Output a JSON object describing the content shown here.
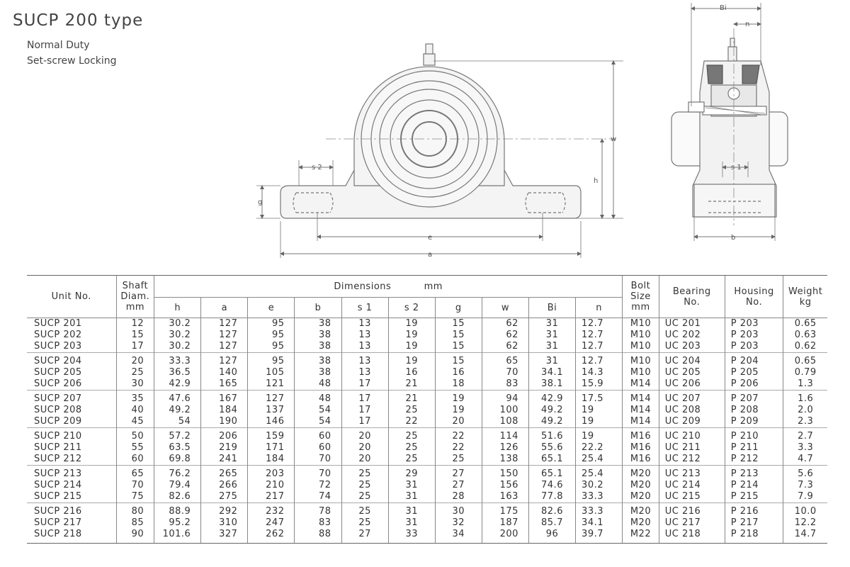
{
  "header": {
    "title": "SUCP 200 type",
    "subtitle_1": "Normal Duty",
    "subtitle_2": "Set-screw Locking"
  },
  "drawing_labels": {
    "s2": "s 2",
    "g": "g",
    "e": "e",
    "a": "a",
    "w": "w",
    "h": "h",
    "bi": "Bi",
    "n": "n",
    "s1": "s 1",
    "b": "b"
  },
  "table": {
    "headers": {
      "unit_no": "Unit No.",
      "shaft_1": "Shaft",
      "shaft_2": "Diam.",
      "shaft_3": "mm",
      "dimensions": "Dimensions",
      "dimensions_unit": "mm",
      "bolt_1": "Bolt",
      "bolt_2": "Size",
      "bolt_3": "mm",
      "bearing_1": "Bearing",
      "bearing_2": "No.",
      "housing_1": "Housing",
      "housing_2": "No.",
      "weight_1": "Weight",
      "weight_2": "kg",
      "h": "h",
      "a": "a",
      "e": "e",
      "b": "b",
      "s1": "s 1",
      "s2": "s 2",
      "g": "g",
      "w": "w",
      "bi": "Bi",
      "n": "n"
    },
    "rows": [
      [
        "SUCP  201",
        "12",
        "30.2",
        "127",
        "95",
        "38",
        "13",
        "19",
        "15",
        "62",
        "31",
        "12.7",
        "M10",
        "UC  201",
        "P  203",
        "0.65"
      ],
      [
        "SUCP  202",
        "15",
        "30.2",
        "127",
        "95",
        "38",
        "13",
        "19",
        "15",
        "62",
        "31",
        "12.7",
        "M10",
        "UC  202",
        "P  203",
        "0.63"
      ],
      [
        "SUCP  203",
        "17",
        "30.2",
        "127",
        "95",
        "38",
        "13",
        "19",
        "15",
        "62",
        "31",
        "12.7",
        "M10",
        "UC  203",
        "P  203",
        "0.62"
      ],
      [
        "SUCP  204",
        "20",
        "33.3",
        "127",
        "95",
        "38",
        "13",
        "19",
        "15",
        "65",
        "31",
        "12.7",
        "M10",
        "UC  204",
        "P  204",
        "0.65"
      ],
      [
        "SUCP  205",
        "25",
        "36.5",
        "140",
        "105",
        "38",
        "13",
        "16",
        "16",
        "70",
        "34.1",
        "14.3",
        "M10",
        "UC  205",
        "P  205",
        "0.79"
      ],
      [
        "SUCP  206",
        "30",
        "42.9",
        "165",
        "121",
        "48",
        "17",
        "21",
        "18",
        "83",
        "38.1",
        "15.9",
        "M14",
        "UC  206",
        "P  206",
        "1.3"
      ],
      [
        "SUCP  207",
        "35",
        "47.6",
        "167",
        "127",
        "48",
        "17",
        "21",
        "19",
        "94",
        "42.9",
        "17.5",
        "M14",
        "UC  207",
        "P  207",
        "1.6"
      ],
      [
        "SUCP  208",
        "40",
        "49.2",
        "184",
        "137",
        "54",
        "17",
        "25",
        "19",
        "100",
        "49.2",
        "19",
        "M14",
        "UC  208",
        "P  208",
        "2.0"
      ],
      [
        "SUCP  209",
        "45",
        "54",
        "190",
        "146",
        "54",
        "17",
        "22",
        "20",
        "108",
        "49.2",
        "19",
        "M14",
        "UC  209",
        "P  209",
        "2.3"
      ],
      [
        "SUCP  210",
        "50",
        "57.2",
        "206",
        "159",
        "60",
        "20",
        "25",
        "22",
        "114",
        "51.6",
        "19",
        "M16",
        "UC  210",
        "P  210",
        "2.7"
      ],
      [
        "SUCP  211",
        "55",
        "63.5",
        "219",
        "171",
        "60",
        "20",
        "25",
        "22",
        "126",
        "55.6",
        "22.2",
        "M16",
        "UC  211",
        "P  211",
        "3.3"
      ],
      [
        "SUCP  212",
        "60",
        "69.8",
        "241",
        "184",
        "70",
        "20",
        "25",
        "25",
        "138",
        "65.1",
        "25.4",
        "M16",
        "UC  212",
        "P  212",
        "4.7"
      ],
      [
        "SUCP  213",
        "65",
        "76.2",
        "265",
        "203",
        "70",
        "25",
        "29",
        "27",
        "150",
        "65.1",
        "25.4",
        "M20",
        "UC  213",
        "P  213",
        "5.6"
      ],
      [
        "SUCP  214",
        "70",
        "79.4",
        "266",
        "210",
        "72",
        "25",
        "31",
        "27",
        "156",
        "74.6",
        "30.2",
        "M20",
        "UC  214",
        "P  214",
        "7.3"
      ],
      [
        "SUCP  215",
        "75",
        "82.6",
        "275",
        "217",
        "74",
        "25",
        "31",
        "28",
        "163",
        "77.8",
        "33.3",
        "M20",
        "UC  215",
        "P  215",
        "7.9"
      ],
      [
        "SUCP  216",
        "80",
        "88.9",
        "292",
        "232",
        "78",
        "25",
        "31",
        "30",
        "175",
        "82.6",
        "33.3",
        "M20",
        "UC  216",
        "P  216",
        "10.0"
      ],
      [
        "SUCP  217",
        "85",
        "95.2",
        "310",
        "247",
        "83",
        "25",
        "31",
        "32",
        "187",
        "85.7",
        "34.1",
        "M20",
        "UC  217",
        "P  217",
        "12.2"
      ],
      [
        "SUCP  218",
        "90",
        "101.6",
        "327",
        "262",
        "88",
        "27",
        "33",
        "34",
        "200",
        "96",
        "39.7",
        "M22",
        "UC  218",
        "P  218",
        "14.7"
      ]
    ]
  }
}
